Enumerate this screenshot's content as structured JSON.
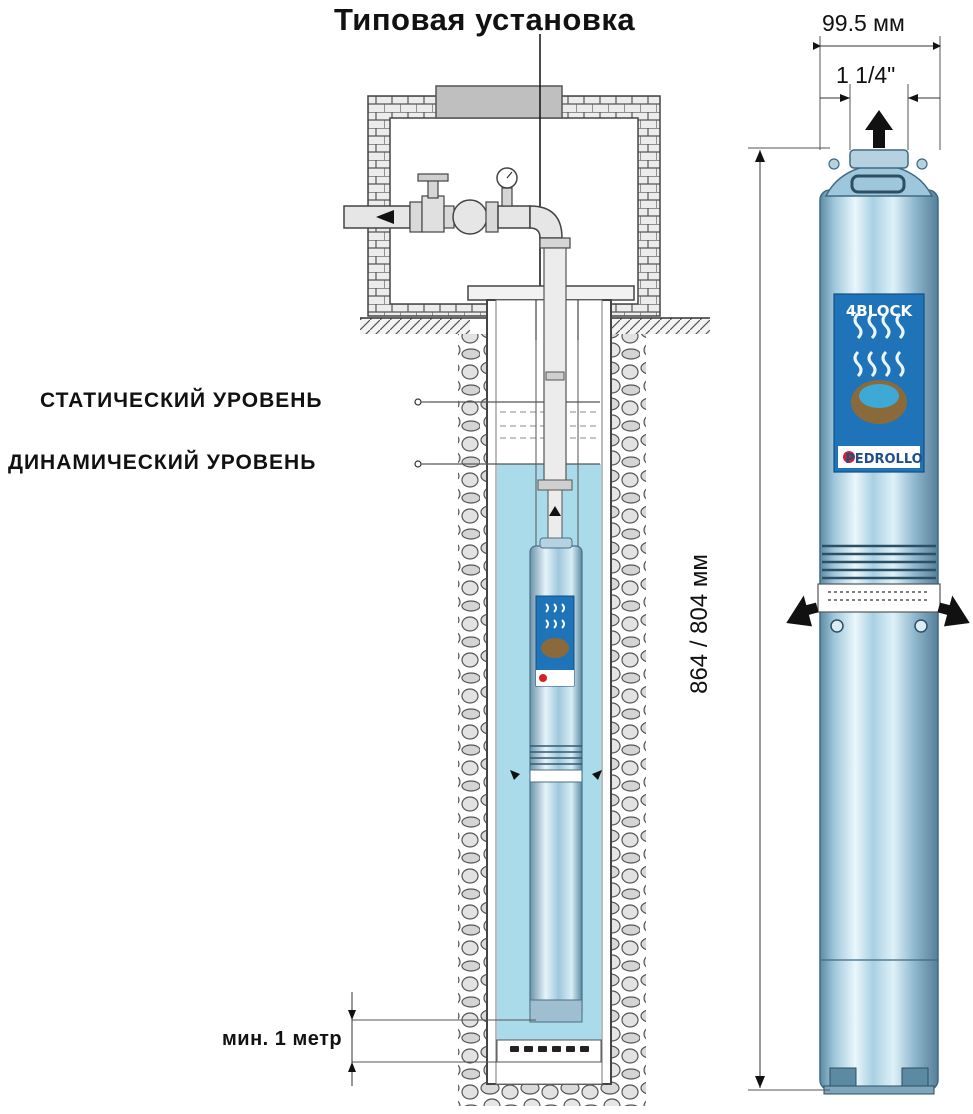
{
  "diagram": {
    "title": "Типовая  установка",
    "labels": {
      "static_level": "СТАТИЧЕСКИЙ  УРОВЕНЬ",
      "dynamic_level": "ДИНАМИЧЕСКИЙ  УРОВЕНЬ",
      "min_distance": "мин. 1  метр"
    },
    "dimensions": {
      "diameter": "99.5 мм",
      "outlet_thread": "1 1/4\"",
      "length": "864 / 804 мм"
    },
    "logo": {
      "series": "4BLOCK",
      "brand": "PEDROLLO"
    },
    "colors": {
      "water": "#a9dbea",
      "pump_body": "#9fc7dc",
      "pump_highlight": "#eaf6fb",
      "gravel": "#d7d7d7",
      "brick": "#e8e8e8",
      "logo_bg": "#1f73b8",
      "brand_red": "#d2232a"
    }
  }
}
